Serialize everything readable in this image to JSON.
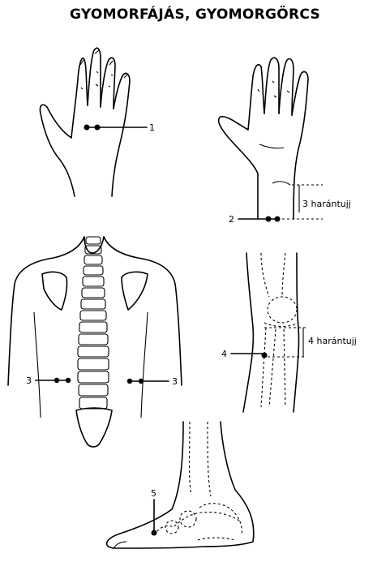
{
  "title": "GYOMORFÁJÁS, GYOMORGÖRCS",
  "points": [
    {
      "label": "1"
    },
    {
      "label": "2",
      "note": "3 harántujj"
    },
    {
      "label": "3"
    },
    {
      "label": "3"
    },
    {
      "label": "4",
      "note": "4 harántujj"
    },
    {
      "label": "5"
    }
  ]
}
